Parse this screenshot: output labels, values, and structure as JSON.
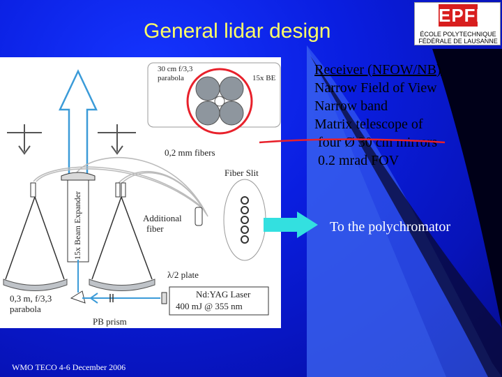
{
  "slide": {
    "title": "General lidar design",
    "logo": {
      "mark": "EPFL",
      "line1": "ÉCOLE POLYTECHNIQUE",
      "line2": "FÉDÉRALE DE LAUSANNE"
    },
    "receiver": {
      "title": "Receiver (NFOW/NB)",
      "lines": [
        "Narrow Field of View",
        "Narrow band",
        "Matrix telescope of",
        " four Ø 30 cm mirrors",
        " 0.2 mrad FOV"
      ]
    },
    "arrow_text": "To the polychromator",
    "footer": "WMO TECO 4-6 December 2006",
    "diagram_labels": {
      "parabola_top_1": "30 cm f/3,3",
      "parabola_top_2": "parabola",
      "be": "15x BE",
      "fibers": "0,2 mm fibers",
      "fiber_slit": "Fiber Slit",
      "beam_expander": "15x Beam Expander",
      "additional_1": "Additional",
      "additional_2": "fiber",
      "half_wave": "λ/2 plate",
      "laser_1": "Nd:YAG Laser",
      "laser_2": "400 mJ @  355 nm",
      "parabola_bottom_1": "0,3 m, f/3,3",
      "parabola_bottom_2": "parabola",
      "prism": "PB prism"
    },
    "colors": {
      "title": "#ffff66",
      "arrow": "#33e0e0",
      "highlight": "#e8212b"
    }
  }
}
